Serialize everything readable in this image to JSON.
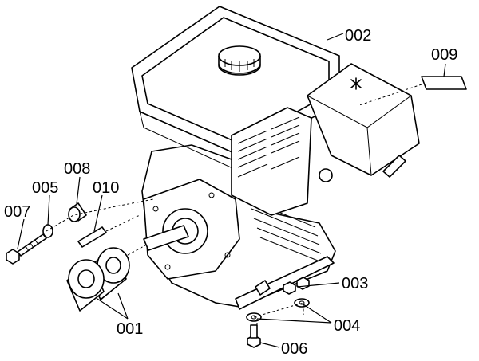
{
  "callouts": {
    "c001": "001",
    "c002": "002",
    "c003": "003",
    "c004": "004",
    "c005": "005",
    "c006": "006",
    "c007": "007",
    "c008": "008",
    "c009": "009",
    "c010": "010"
  },
  "parts": [
    {
      "id": "001",
      "icon": "spacer-collar-pair"
    },
    {
      "id": "002",
      "icon": "engine-assembly"
    },
    {
      "id": "003",
      "icon": "hex-nut"
    },
    {
      "id": "004",
      "icon": "flat-washer-pair"
    },
    {
      "id": "005",
      "icon": "lock-washer"
    },
    {
      "id": "006",
      "icon": "hex-bolt-short"
    },
    {
      "id": "007",
      "icon": "hex-bolt-long"
    },
    {
      "id": "008",
      "icon": "collar"
    },
    {
      "id": "009",
      "icon": "label-plate"
    },
    {
      "id": "010",
      "icon": "shaft-key"
    }
  ]
}
